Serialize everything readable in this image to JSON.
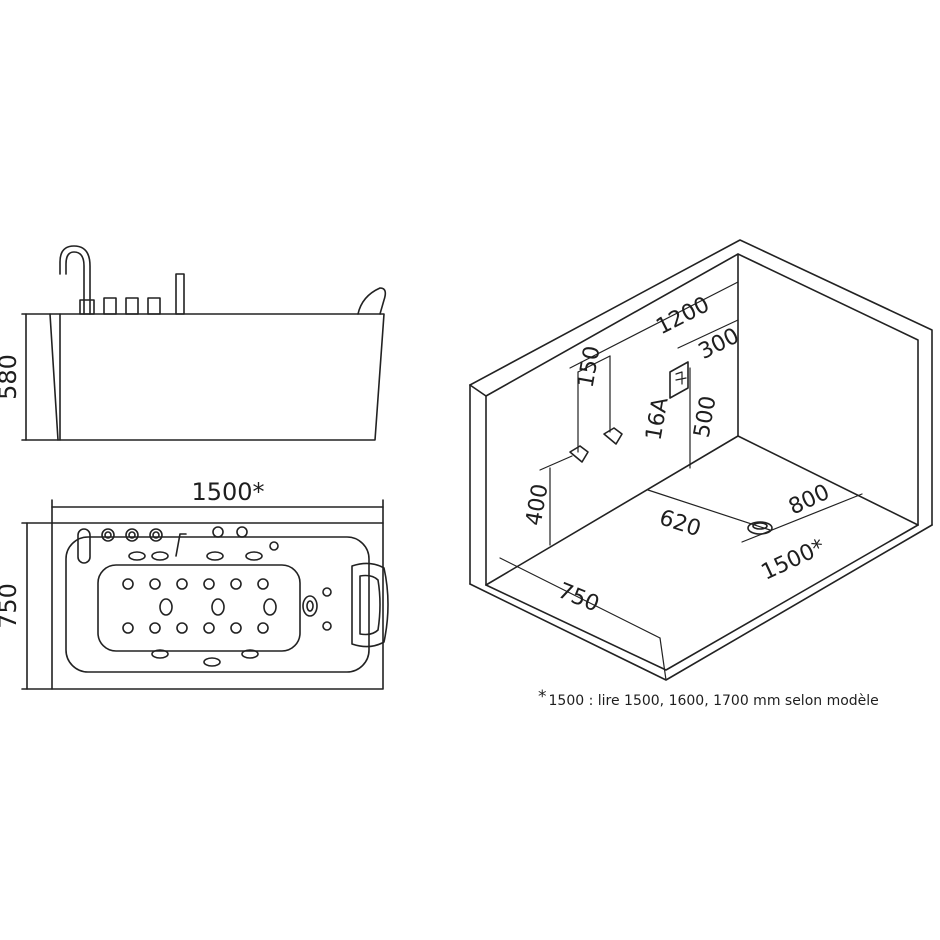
{
  "side_view": {
    "height": "580"
  },
  "top_view": {
    "length": "1500*",
    "width": "750"
  },
  "room_view": {
    "wall_width": "1200",
    "panel_offset": "300",
    "inlet_spacing": "150",
    "circuit": "16A",
    "panel_height": "500",
    "inlet_height": "400",
    "drain_x": "620",
    "drain_y": "800",
    "tub_width": "750",
    "tub_length": "1500*"
  },
  "footnote": {
    "star": "*",
    "text": "1500 :  lire 1500, 1600, 1700 mm selon modèle"
  }
}
